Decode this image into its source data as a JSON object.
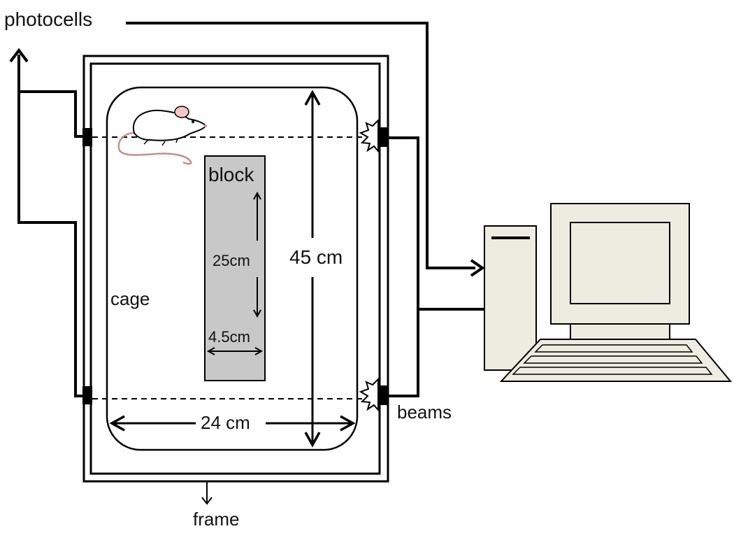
{
  "labels": {
    "photocells": "photocells",
    "block": "block",
    "block_length": "25cm",
    "block_width": "4.5cm",
    "cage_height": "45 cm",
    "cage_width": "24 cm",
    "cage": "cage",
    "beams": "beams",
    "frame": "frame"
  },
  "colors": {
    "block_fill": "#c8c8c8",
    "computer_fill": "#eeebe0",
    "line": "#000000"
  },
  "icons": {
    "animal": "mouse-icon",
    "computer": "desktop-computer-icon"
  }
}
